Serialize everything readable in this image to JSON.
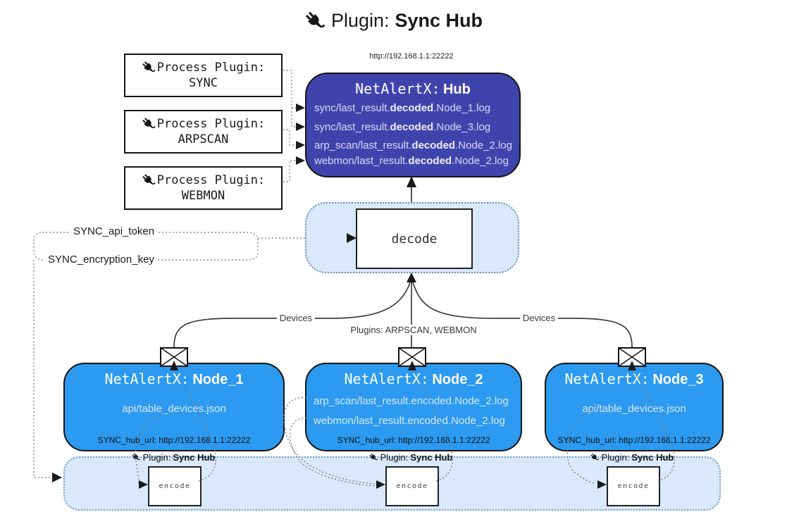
{
  "title": {
    "icon": "plug-icon",
    "prefix": "Plugin:",
    "name": "Sync Hub"
  },
  "process_plugins": [
    {
      "label": "Process Plugin:",
      "name": "SYNC"
    },
    {
      "label": "Process Plugin:",
      "name": "ARPSCAN"
    },
    {
      "label": "Process Plugin:",
      "name": "WEBMON"
    }
  ],
  "hub": {
    "url": "http://192.168.1.1:22222",
    "title_prefix": "NetAlertX:",
    "title_name": "Hub",
    "logs": [
      {
        "pre": "sync/last_result.",
        "bold": "decoded",
        "post": ".Node_1.log"
      },
      {
        "pre": "sync/last_result.",
        "bold": "decoded",
        "post": ".Node_3.log"
      },
      {
        "pre": "arp_scan/last_result.",
        "bold": "decoded",
        "post": ".Node_2.log"
      },
      {
        "pre": "webmon/last_result.",
        "bold": "decoded",
        "post": ".Node_2.log"
      }
    ]
  },
  "decode_box": {
    "label": "decode"
  },
  "secrets": {
    "api_token": "SYNC_api_token",
    "encryption_key": "SYNC_encryption_key"
  },
  "edge_labels": {
    "left": "Devices",
    "middle": "Plugins: ARPSCAN, WEBMON",
    "right": "Devices"
  },
  "nodes": [
    {
      "title_prefix": "NetAlertX:",
      "title_name": "Node_1",
      "files": [
        "api/table_devices.json"
      ],
      "hub_url_label": "SYNC_hub_url: http://192.168.1.1:22222"
    },
    {
      "title_prefix": "NetAlertX:",
      "title_name": "Node_2",
      "files": [
        "arp_scan/last_result.encoded.Node_2.log",
        "webmon/last_result.encoded.Node_2.log"
      ],
      "hub_url_label": "SYNC_hub_url: http://192.168.1.1:22222"
    },
    {
      "title_prefix": "NetAlertX:",
      "title_name": "Node_3",
      "files": [
        "api/table_devices.json"
      ],
      "hub_url_label": "SYNC_hub_url: http://192.168.1.1:22222"
    }
  ],
  "encode_band": {
    "label_prefix": "Plugin:",
    "label_name": "Sync Hub",
    "encode_label": "encode"
  },
  "colors": {
    "hub_fill": "#3f44ad",
    "node_fill": "#2b9af0",
    "band_fill": "#d9e9fb",
    "band_border": "#6e9fd0",
    "solid_line": "#3c3c3c",
    "dotted_line": "#8a8a8a",
    "arrow": "#1a1a1a"
  }
}
